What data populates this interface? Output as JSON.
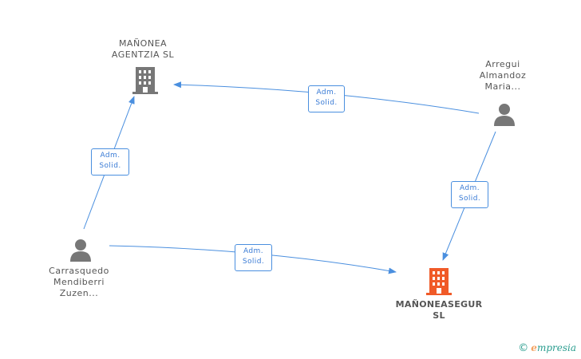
{
  "nodes": {
    "agentzia": {
      "label": "MAÑONEA\nAGENTZIA  SL"
    },
    "arregui": {
      "label": "Arregui\nAlmandoz\nMaria..."
    },
    "carrasquedo": {
      "label": "Carrasquedo\nMendiberri\nZuzen..."
    },
    "asegur": {
      "label": "MAÑONEASEGUR\nSL"
    }
  },
  "relations": {
    "arregui_to_agentzia": {
      "label": "Adm.\nSolid."
    },
    "carrasquedo_to_agentzia": {
      "label": "Adm.\nSolid."
    },
    "arregui_to_asegur": {
      "label": "Adm.\nSolid."
    },
    "carrasquedo_to_asegur": {
      "label": "Adm.\nSolid."
    }
  },
  "colors": {
    "edge": "#4a8fdf",
    "company": "#777777",
    "company_main": "#f05a28",
    "person": "#777777"
  },
  "icons": {
    "company": "building-icon",
    "person": "person-icon"
  },
  "footer": {
    "copyright": "©",
    "brand_initial": "e",
    "brand_rest": "mpresia"
  }
}
